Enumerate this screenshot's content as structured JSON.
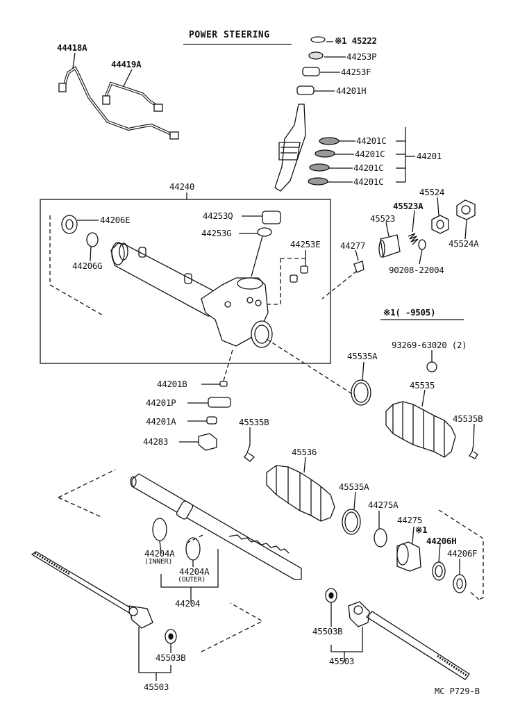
{
  "title": "POWER STEERING",
  "reference": "MC  P729-B",
  "note": "※1(      -9505)",
  "labels": {
    "l44418A": "44418A",
    "l44419A": "44419A",
    "l45222": "※1 45222",
    "l44253P": "44253P",
    "l44253F": "44253F",
    "l44201H": "44201H",
    "l44201C_1": "44201C",
    "l44201C_2": "44201C",
    "l44201C_3": "44201C",
    "l44201C_4": "44201C",
    "l44201": "44201",
    "l44240": "44240",
    "l44206E": "44206E",
    "l44206G": "44206G",
    "l44253Q": "44253Q",
    "l44253G": "44253G",
    "l44253E": "44253E",
    "l44277": "44277",
    "l45523": "45523",
    "l45523A": "45523A",
    "l45524": "45524",
    "l45524A": "45524A",
    "l90208": "90208-22004",
    "l93269": "93269-63020 (2)",
    "l45535A_1": "45535A",
    "l45535": "45535",
    "l45535B_1": "45535B",
    "l45535B_2": "45535B",
    "l44201B": "44201B",
    "l44201P": "44201P",
    "l44201A": "44201A",
    "l44283": "44283",
    "l45536": "45536",
    "l45535A_2": "45535A",
    "l44275A": "44275A",
    "l44275": "44275",
    "l44275_mark": "※1",
    "l44206H": "44206H",
    "l44206F": "44206F",
    "l44204A_1": "44204A",
    "l44204A_1_sub": "(INNER)",
    "l44204A_2": "44204A",
    "l44204A_2_sub": "(OUTER)",
    "l44204": "44204",
    "l45503B_1": "45503B",
    "l45503_1": "45503",
    "l45503B_2": "45503B",
    "l45503_2": "45503"
  }
}
